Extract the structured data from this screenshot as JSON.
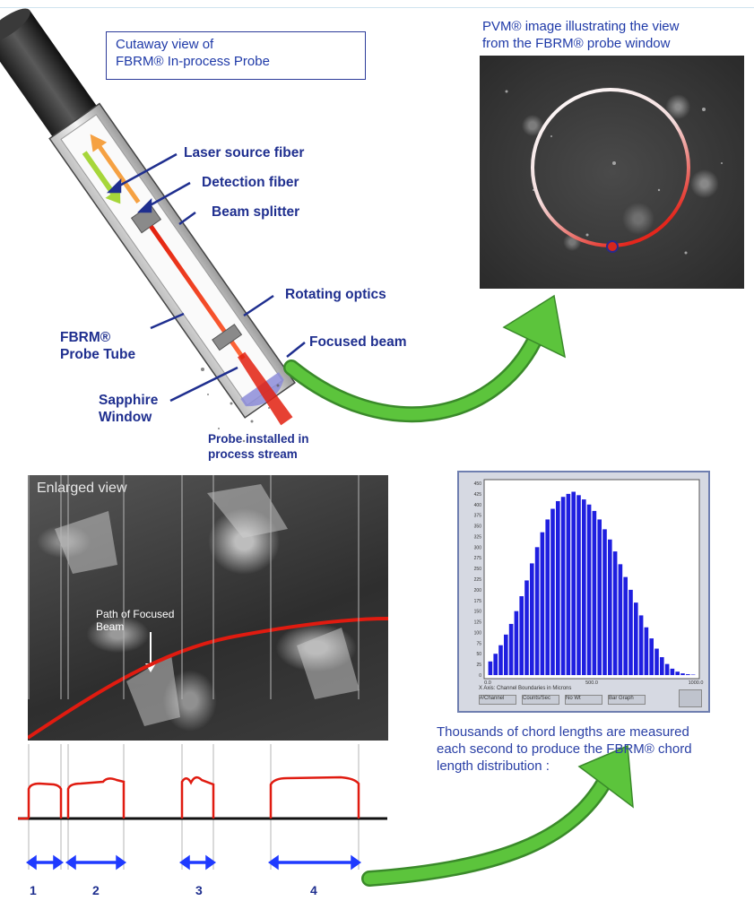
{
  "cutaway": {
    "title_line1": "Cutaway view of",
    "title_line2": "FBRM® In-process Probe"
  },
  "labels": {
    "laser_source_fiber": "Laser source fiber",
    "detection_fiber": "Detection fiber",
    "beam_splitter": "Beam splitter",
    "rotating_optics": "Rotating optics",
    "fbrm_probe_tube_1": "FBRM®",
    "fbrm_probe_tube_2": "Probe Tube",
    "focused_beam": "Focused beam",
    "sapphire_window_1": "Sapphire",
    "sapphire_window_2": "Window",
    "probe_installed_1": "Probe installed in",
    "probe_installed_2": "process stream"
  },
  "pvm": {
    "caption_line1": "PVM® image illustrating the view",
    "caption_line2": "from the FBRM® probe window"
  },
  "enlarged": {
    "title": "Enlarged view",
    "path_label_1": "Path of Focused",
    "path_label_2": "Beam"
  },
  "segments": [
    "1",
    "2",
    "3",
    "4"
  ],
  "description": {
    "line1": "Thousands of chord lengths are measured",
    "line2": "each second to produce the FBRM® chord",
    "line3": "length distribution :"
  },
  "colors": {
    "label_blue": "#1f2f8f",
    "text_blue": "#1f3aa8",
    "arrow_green": "#5cc43c",
    "beam_red": "#e02010",
    "histogram_blue": "#1f1fe0"
  },
  "chart_data": {
    "type": "bar",
    "title": "",
    "xlabel": "X Axis: Channel Boundaries in Microns",
    "ylabel": "",
    "ylim": [
      0,
      450
    ],
    "xlim": [
      0,
      1000
    ],
    "x_ticks": [
      "0.0",
      "500.0",
      "1000.0"
    ],
    "y_ticks": [
      "0",
      "25",
      "50",
      "75",
      "100",
      "125",
      "150",
      "175",
      "200",
      "225",
      "250",
      "275",
      "300",
      "325",
      "350",
      "375",
      "400",
      "425",
      "450"
    ],
    "values": [
      32,
      50,
      70,
      95,
      120,
      150,
      185,
      222,
      262,
      300,
      335,
      365,
      390,
      408,
      418,
      425,
      430,
      422,
      412,
      400,
      385,
      365,
      342,
      318,
      290,
      260,
      230,
      200,
      170,
      140,
      112,
      86,
      62,
      42,
      26,
      15,
      8,
      4,
      2,
      1
    ],
    "controls": [
      "#/Channel",
      "Counts/Sec",
      "No Wt",
      "Bar Graph"
    ]
  }
}
